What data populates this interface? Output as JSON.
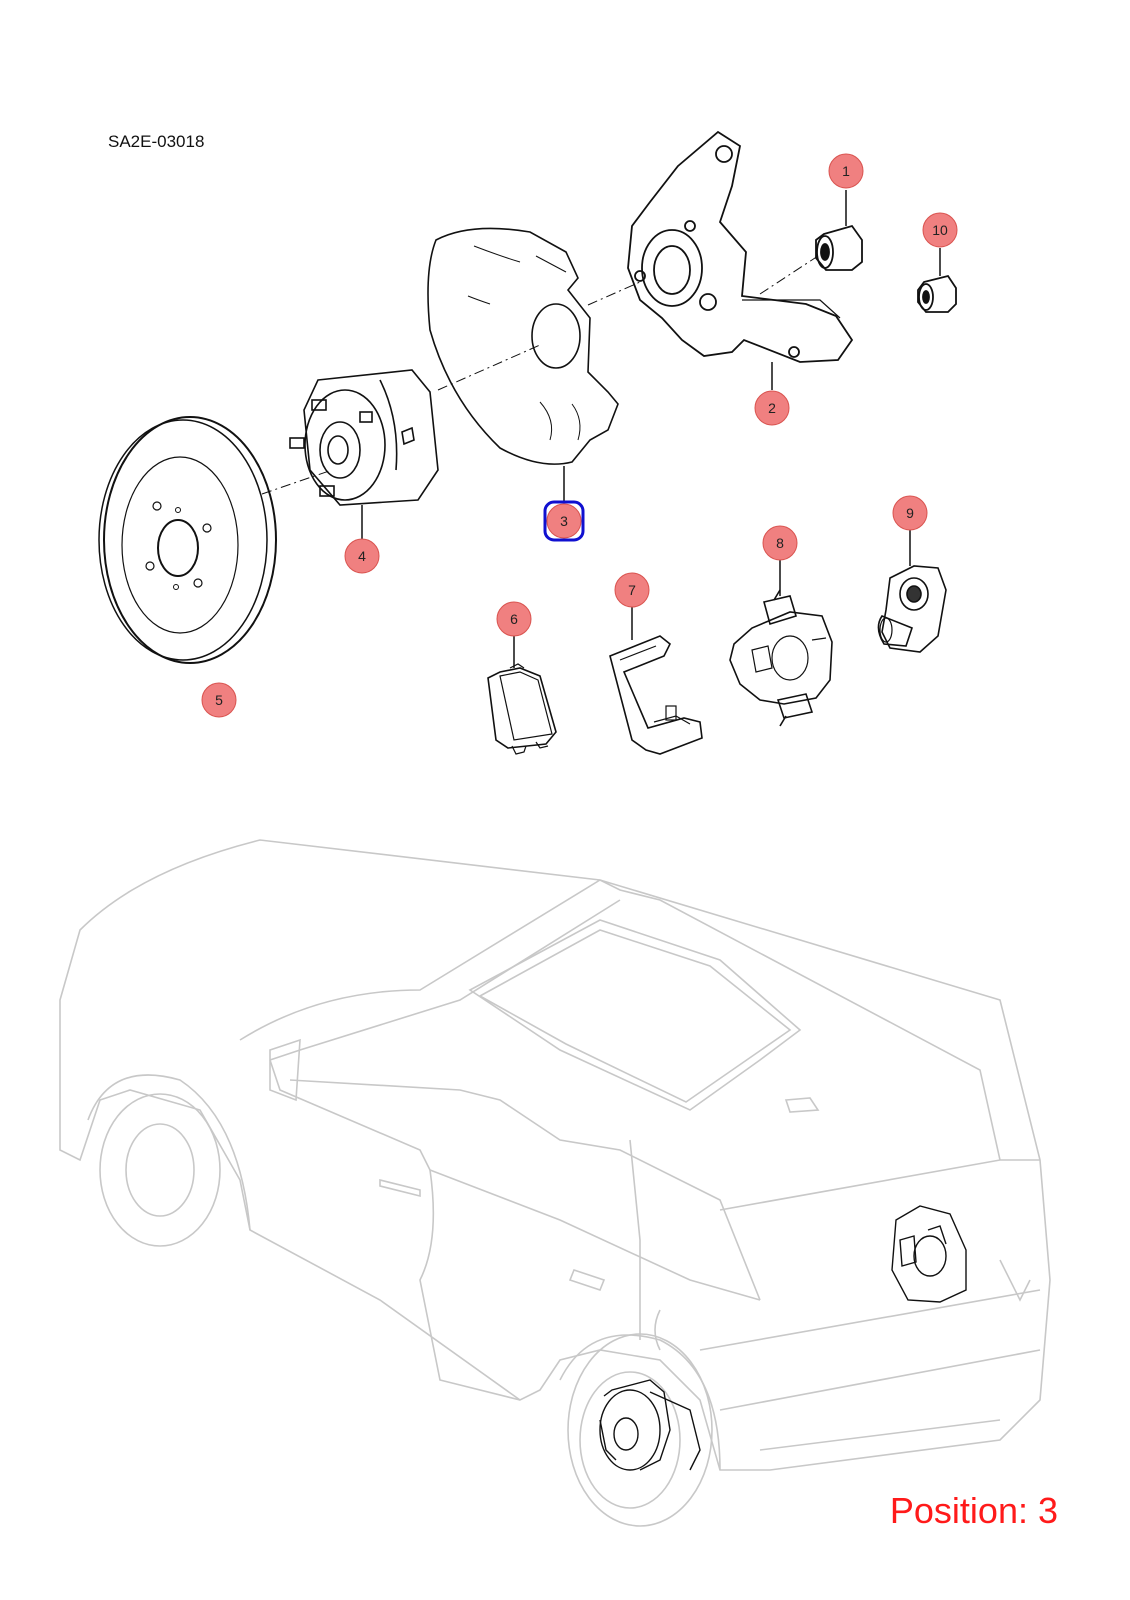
{
  "diagram_code": "SA2E-03018",
  "position_label": "Position: 3",
  "selected_callout": "3",
  "colors": {
    "callout_fill": "#f08080",
    "callout_stroke": "#d9534f",
    "selected_stroke": "#1010d0",
    "position_text": "#ff1a1a",
    "car_outline": "#c8c8c8"
  },
  "callouts": [
    {
      "number": "1"
    },
    {
      "number": "2"
    },
    {
      "number": "3"
    },
    {
      "number": "4"
    },
    {
      "number": "5"
    },
    {
      "number": "6"
    },
    {
      "number": "7"
    },
    {
      "number": "8"
    },
    {
      "number": "9"
    },
    {
      "number": "10"
    }
  ]
}
